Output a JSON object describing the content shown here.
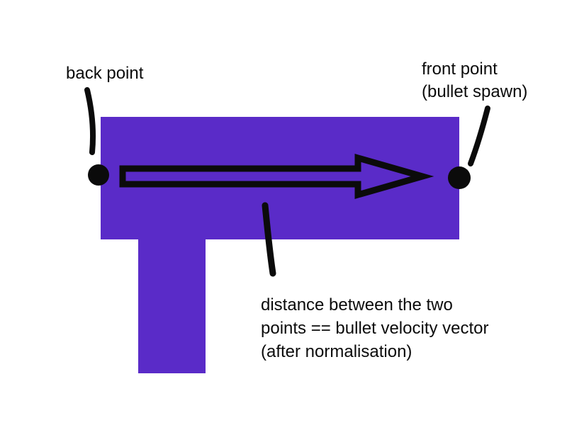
{
  "diagram": {
    "title": "bullet velocity vector diagram",
    "labels": {
      "back_point": "back point",
      "front_point": "front point\n(bullet spawn)",
      "distance": "distance between the two\npoints == bullet velocity vector\n(after normalisation)"
    },
    "colors": {
      "shape": "#5a2bc8",
      "ink": "#0b0b0b",
      "background": "#ffffff"
    },
    "shapes": {
      "gun_body": "purple horizontal rectangle (gun barrel/body)",
      "gun_grip": "purple vertical rectangle (gun grip)",
      "back_point_dot": "black dot on left edge of body",
      "front_point_dot": "black dot on right edge of body",
      "velocity_arrow": "black outlined arrow pointing right from back point to front point"
    }
  }
}
